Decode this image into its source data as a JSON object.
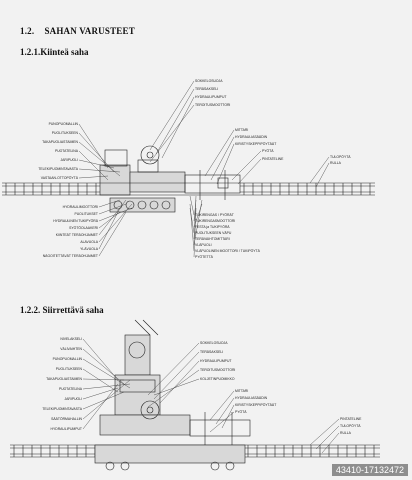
{
  "section": {
    "number": "1.2.",
    "title": "SAHAN VARUSTEET"
  },
  "sub1": {
    "title": "1.2.1.Kiinteä saha"
  },
  "sub2": {
    "title": "1.2.2. Siirrettävä saha"
  },
  "diagram1": {
    "labels_left": [
      "PUNOPUOMALLIN",
      "PUOLITUKSEEN",
      "TAKAPUOLIASTAIMEN",
      "PUOTATELINA",
      "JARIPUOLI",
      "TELEKIPUOMINTAVASTA",
      "VASTAAN-OTTOPÖYTÄ"
    ],
    "labels_top": [
      "SOKKELOSUOJA",
      "TERÄSAKSELI",
      "HYDRAULIPUMPUT",
      "TEROITUSMOOTTORI",
      "MITTARI",
      "HYDRAULIASÄÄDIN",
      "KIRISTYSKEPPIPÖYTÄÄT",
      "PYÖTÄ",
      "PINTATELINE",
      "TULOPÖYTÄ",
      "RULLA"
    ],
    "labels_bottom_left": [
      "HYDRAULIMOOTTORI",
      "PUOLITUKSET",
      "HYDRAULINEN TUKIPYÖRÄ",
      "SYÖTÖOLAAKERI",
      "KIINTEÄT TERÄOHJAIMET",
      "ALAVUOLA",
      "YLÄVUOLA",
      "NÄGOITETTÄVÄT TERÄOHJAIMET"
    ],
    "labels_bottom_right": [
      "TUKIRENGAS / PYÖRÄT",
      "TUKIRENGASMOOTTORI",
      "FESTA ja TUKIPYÖRÄ",
      "PUOLITUKSEEN VÄPU",
      "TERÄVAIHTOMITTARI",
      "VLÄPUOLI",
      "VLÄPUOLINEN MOOTTORI / TUKIPÖYTÄ",
      "PYÖTETTÄ"
    ]
  },
  "diagram2": {
    "labels_left": [
      "NIVELAKSELI",
      "VÄLIVAIHTEN",
      "PUNOPUOMALLIN",
      "PUOLITUKSEEN",
      "TAKAPUOLIASTAIMEN",
      "PUOTATELINA",
      "JARIPUOLI",
      "TELEKIPUOMINTAVASTA",
      "SÄÄTÖRMAHALLIN",
      "HYDRAULIPUMPUT"
    ],
    "labels_top": [
      "SOKKELOSUOJA",
      "TERÄSAKSELI",
      "HYDRAULIPUMPUT",
      "TEROITUSMOOTTORI",
      "KOLJETINPUOMIKKO",
      "MITTARI",
      "HYDRAULIASÄÄDIN",
      "KIRISTYSKEPPIPÖYTÄÄT",
      "PYÖTÄ",
      "PINTATELINE",
      "TULOPÖYTÄ",
      "RULLA"
    ]
  },
  "watermark": "43410-17132472"
}
